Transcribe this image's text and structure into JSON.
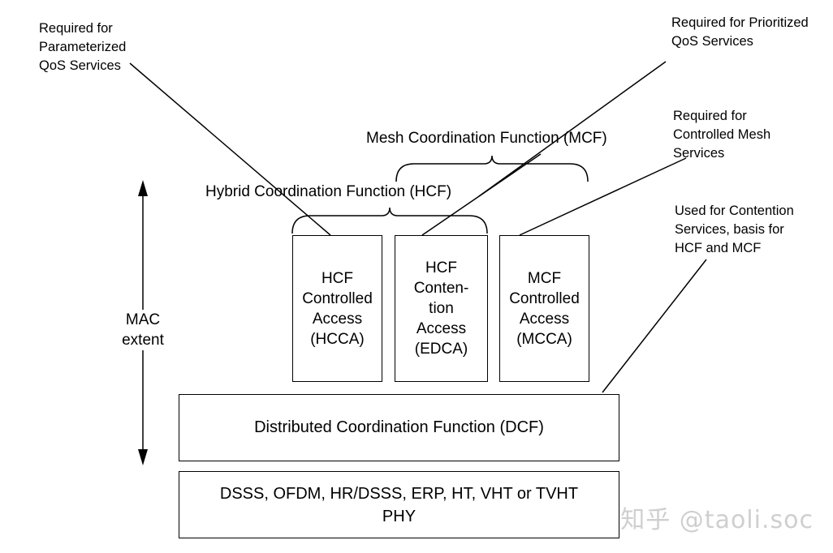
{
  "notes": {
    "parameterized": "Required for\nParameterized\nQoS Services",
    "prioritized": "Required for Prioritized\nQoS Services",
    "controlled_mesh": "Required for\nControlled Mesh\nServices",
    "contention": "Used for Contention\nServices, basis for\nHCF and MCF"
  },
  "functions": {
    "mcf": "Mesh Coordination Function (MCF)",
    "hcf": "Hybrid Coordination Function (HCF)"
  },
  "boxes": {
    "hcca": "HCF\nControlled\nAccess\n(HCCA)",
    "edca": "HCF\nConten-\ntion\nAccess\n(EDCA)",
    "mcca": "MCF\nControlled\nAccess\n(MCCA)",
    "dcf": "Distributed Coordination Function (DCF)",
    "phy": "DSSS, OFDM, HR/DSSS, ERP, HT, VHT or TVHT\nPHY"
  },
  "mac_extent": "MAC\nextent",
  "watermark": "知乎 @taoli.soc"
}
